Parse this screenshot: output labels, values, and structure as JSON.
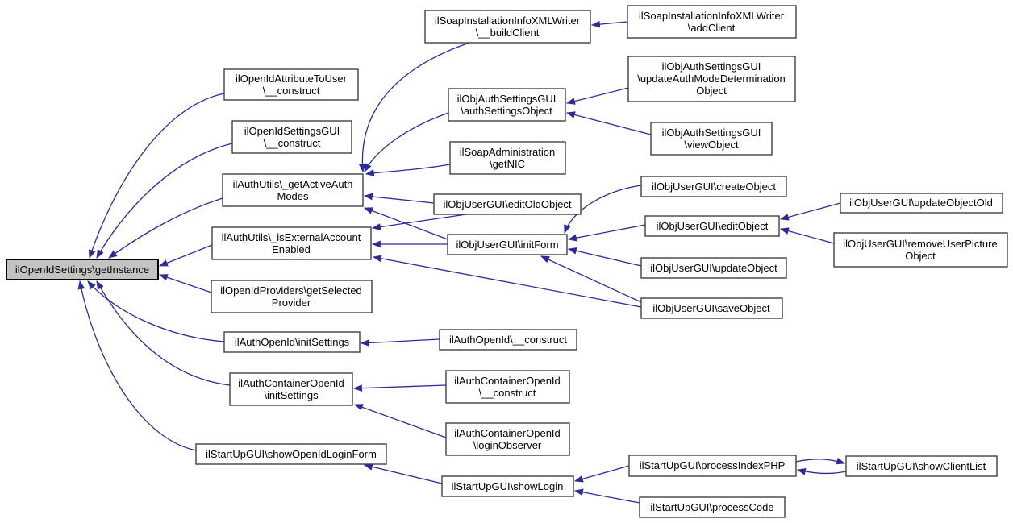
{
  "diagram": {
    "kind": "doxygen-caller-graph",
    "focus_function": "ilOpenIdSettings\\getInstance",
    "colors": {
      "edge": "#2b2b9c",
      "node_fill": "#ffffff",
      "node_border": "#404040",
      "highlight_fill": "#c3c3c3",
      "background": "#ffffff"
    }
  },
  "graph": {
    "nodes": {
      "get_instance": {
        "full_label": "ilOpenIdSettings\\getInstance",
        "lines": [
          "ilOpenIdSettings\\getInstance"
        ],
        "highlighted": true
      },
      "attribute_to_user_construct": {
        "full_label": "ilOpenIdAttributeToUser\\__construct",
        "lines": [
          "ilOpenIdAttributeToUser",
          "\\__construct"
        ]
      },
      "openid_settings_gui_construct": {
        "full_label": "ilOpenIdSettingsGUI\\__construct",
        "lines": [
          "ilOpenIdSettingsGUI",
          "\\__construct"
        ]
      },
      "get_active_auth_modes": {
        "full_label": "ilAuthUtils\\_getActiveAuthModes",
        "lines": [
          "ilAuthUtils\\_getActiveAuth",
          "Modes"
        ]
      },
      "is_external_account_enabled": {
        "full_label": "ilAuthUtils\\_isExternalAccountEnabled",
        "lines": [
          "ilAuthUtils\\_isExternalAccount",
          "Enabled"
        ]
      },
      "get_selected_provider": {
        "full_label": "ilOpenIdProviders\\getSelectedProvider",
        "lines": [
          "ilOpenIdProviders\\getSelected",
          "Provider"
        ]
      },
      "auth_openid_init_settings": {
        "full_label": "ilAuthOpenId\\initSettings",
        "lines": [
          "ilAuthOpenId\\initSettings"
        ]
      },
      "auth_container_init_settings": {
        "full_label": "ilAuthContainerOpenId\\initSettings",
        "lines": [
          "ilAuthContainerOpenId",
          "\\initSettings"
        ]
      },
      "show_openid_login_form": {
        "full_label": "ilStartUpGUI\\showOpenIdLoginForm",
        "lines": [
          "ilStartUpGUI\\showOpenIdLoginForm"
        ]
      },
      "build_client": {
        "full_label": "ilSoapInstallationInfoXMLWriter\\__buildClient",
        "lines": [
          "ilSoapInstallationInfoXMLWriter",
          "\\__buildClient"
        ]
      },
      "auth_settings_object": {
        "full_label": "ilObjAuthSettingsGUI\\authSettingsObject",
        "lines": [
          "ilObjAuthSettingsGUI",
          "\\authSettingsObject"
        ]
      },
      "get_nic": {
        "full_label": "ilSoapAdministration\\getNIC",
        "lines": [
          "ilSoapAdministration",
          "\\getNIC"
        ]
      },
      "edit_old_object": {
        "full_label": "ilObjUserGUI\\editOldObject",
        "lines": [
          "ilObjUserGUI\\editOldObject"
        ]
      },
      "init_form": {
        "full_label": "ilObjUserGUI\\initForm",
        "lines": [
          "ilObjUserGUI\\initForm"
        ]
      },
      "auth_openid_construct": {
        "full_label": "ilAuthOpenId\\__construct",
        "lines": [
          "ilAuthOpenId\\__construct"
        ]
      },
      "auth_container_construct": {
        "full_label": "ilAuthContainerOpenId\\__construct",
        "lines": [
          "ilAuthContainerOpenId",
          "\\__construct"
        ]
      },
      "login_observer": {
        "full_label": "ilAuthContainerOpenId\\loginObserver",
        "lines": [
          "ilAuthContainerOpenId",
          "\\loginObserver"
        ]
      },
      "show_login": {
        "full_label": "ilStartUpGUI\\showLogin",
        "lines": [
          "ilStartUpGUI\\showLogin"
        ]
      },
      "add_client": {
        "full_label": "ilSoapInstallationInfoXMLWriter\\addClient",
        "lines": [
          "ilSoapInstallationInfoXMLWriter",
          "\\addClient"
        ]
      },
      "update_auth_mode_determination_object": {
        "full_label": "ilObjAuthSettingsGUI\\updateAuthModeDeterminationObject",
        "lines": [
          "ilObjAuthSettingsGUI",
          "\\updateAuthModeDetermination",
          "Object"
        ]
      },
      "view_object": {
        "full_label": "ilObjAuthSettingsGUI\\viewObject",
        "lines": [
          "ilObjAuthSettingsGUI",
          "\\viewObject"
        ]
      },
      "create_object": {
        "full_label": "ilObjUserGUI\\createObject",
        "lines": [
          "ilObjUserGUI\\createObject"
        ]
      },
      "edit_object": {
        "full_label": "ilObjUserGUI\\editObject",
        "lines": [
          "ilObjUserGUI\\editObject"
        ]
      },
      "update_object": {
        "full_label": "ilObjUserGUI\\updateObject",
        "lines": [
          "ilObjUserGUI\\updateObject"
        ]
      },
      "save_object": {
        "full_label": "ilObjUserGUI\\saveObject",
        "lines": [
          "ilObjUserGUI\\saveObject"
        ]
      },
      "process_index_php": {
        "full_label": "ilStartUpGUI\\processIndexPHP",
        "lines": [
          "ilStartUpGUI\\processIndexPHP"
        ]
      },
      "process_code": {
        "full_label": "ilStartUpGUI\\processCode",
        "lines": [
          "ilStartUpGUI\\processCode"
        ]
      },
      "update_object_old": {
        "full_label": "ilObjUserGUI\\updateObjectOld",
        "lines": [
          "ilObjUserGUI\\updateObjectOld"
        ]
      },
      "remove_user_picture_object": {
        "full_label": "ilObjUserGUI\\removeUserPictureObject",
        "lines": [
          "ilObjUserGUI\\removeUserPicture",
          "Object"
        ]
      },
      "show_client_list": {
        "full_label": "ilStartUpGUI\\showClientList",
        "lines": [
          "ilStartUpGUI\\showClientList"
        ]
      }
    },
    "edges": [
      {
        "from": "attribute_to_user_construct",
        "to": "get_instance"
      },
      {
        "from": "openid_settings_gui_construct",
        "to": "get_instance"
      },
      {
        "from": "get_active_auth_modes",
        "to": "get_instance"
      },
      {
        "from": "is_external_account_enabled",
        "to": "get_instance"
      },
      {
        "from": "get_selected_provider",
        "to": "get_instance"
      },
      {
        "from": "auth_openid_init_settings",
        "to": "get_instance"
      },
      {
        "from": "auth_container_init_settings",
        "to": "get_instance"
      },
      {
        "from": "show_openid_login_form",
        "to": "get_instance"
      },
      {
        "from": "build_client",
        "to": "get_active_auth_modes"
      },
      {
        "from": "add_client",
        "to": "build_client"
      },
      {
        "from": "auth_settings_object",
        "to": "get_active_auth_modes"
      },
      {
        "from": "update_auth_mode_determination_object",
        "to": "auth_settings_object"
      },
      {
        "from": "view_object",
        "to": "auth_settings_object"
      },
      {
        "from": "get_nic",
        "to": "get_active_auth_modes"
      },
      {
        "from": "edit_old_object",
        "to": "get_active_auth_modes"
      },
      {
        "from": "edit_old_object",
        "to": "is_external_account_enabled"
      },
      {
        "from": "init_form",
        "to": "get_active_auth_modes"
      },
      {
        "from": "init_form",
        "to": "is_external_account_enabled"
      },
      {
        "from": "create_object",
        "to": "init_form"
      },
      {
        "from": "edit_object",
        "to": "init_form"
      },
      {
        "from": "update_object",
        "to": "init_form"
      },
      {
        "from": "save_object",
        "to": "init_form"
      },
      {
        "from": "save_object",
        "to": "is_external_account_enabled"
      },
      {
        "from": "update_object_old",
        "to": "edit_object"
      },
      {
        "from": "remove_user_picture_object",
        "to": "edit_object"
      },
      {
        "from": "auth_openid_construct",
        "to": "auth_openid_init_settings"
      },
      {
        "from": "auth_container_construct",
        "to": "auth_container_init_settings"
      },
      {
        "from": "login_observer",
        "to": "auth_container_init_settings"
      },
      {
        "from": "show_login",
        "to": "show_openid_login_form"
      },
      {
        "from": "process_index_php",
        "to": "show_login"
      },
      {
        "from": "process_code",
        "to": "show_login"
      },
      {
        "from": "process_index_php",
        "to": "show_client_list"
      },
      {
        "from": "show_client_list",
        "to": "process_index_php"
      }
    ]
  }
}
